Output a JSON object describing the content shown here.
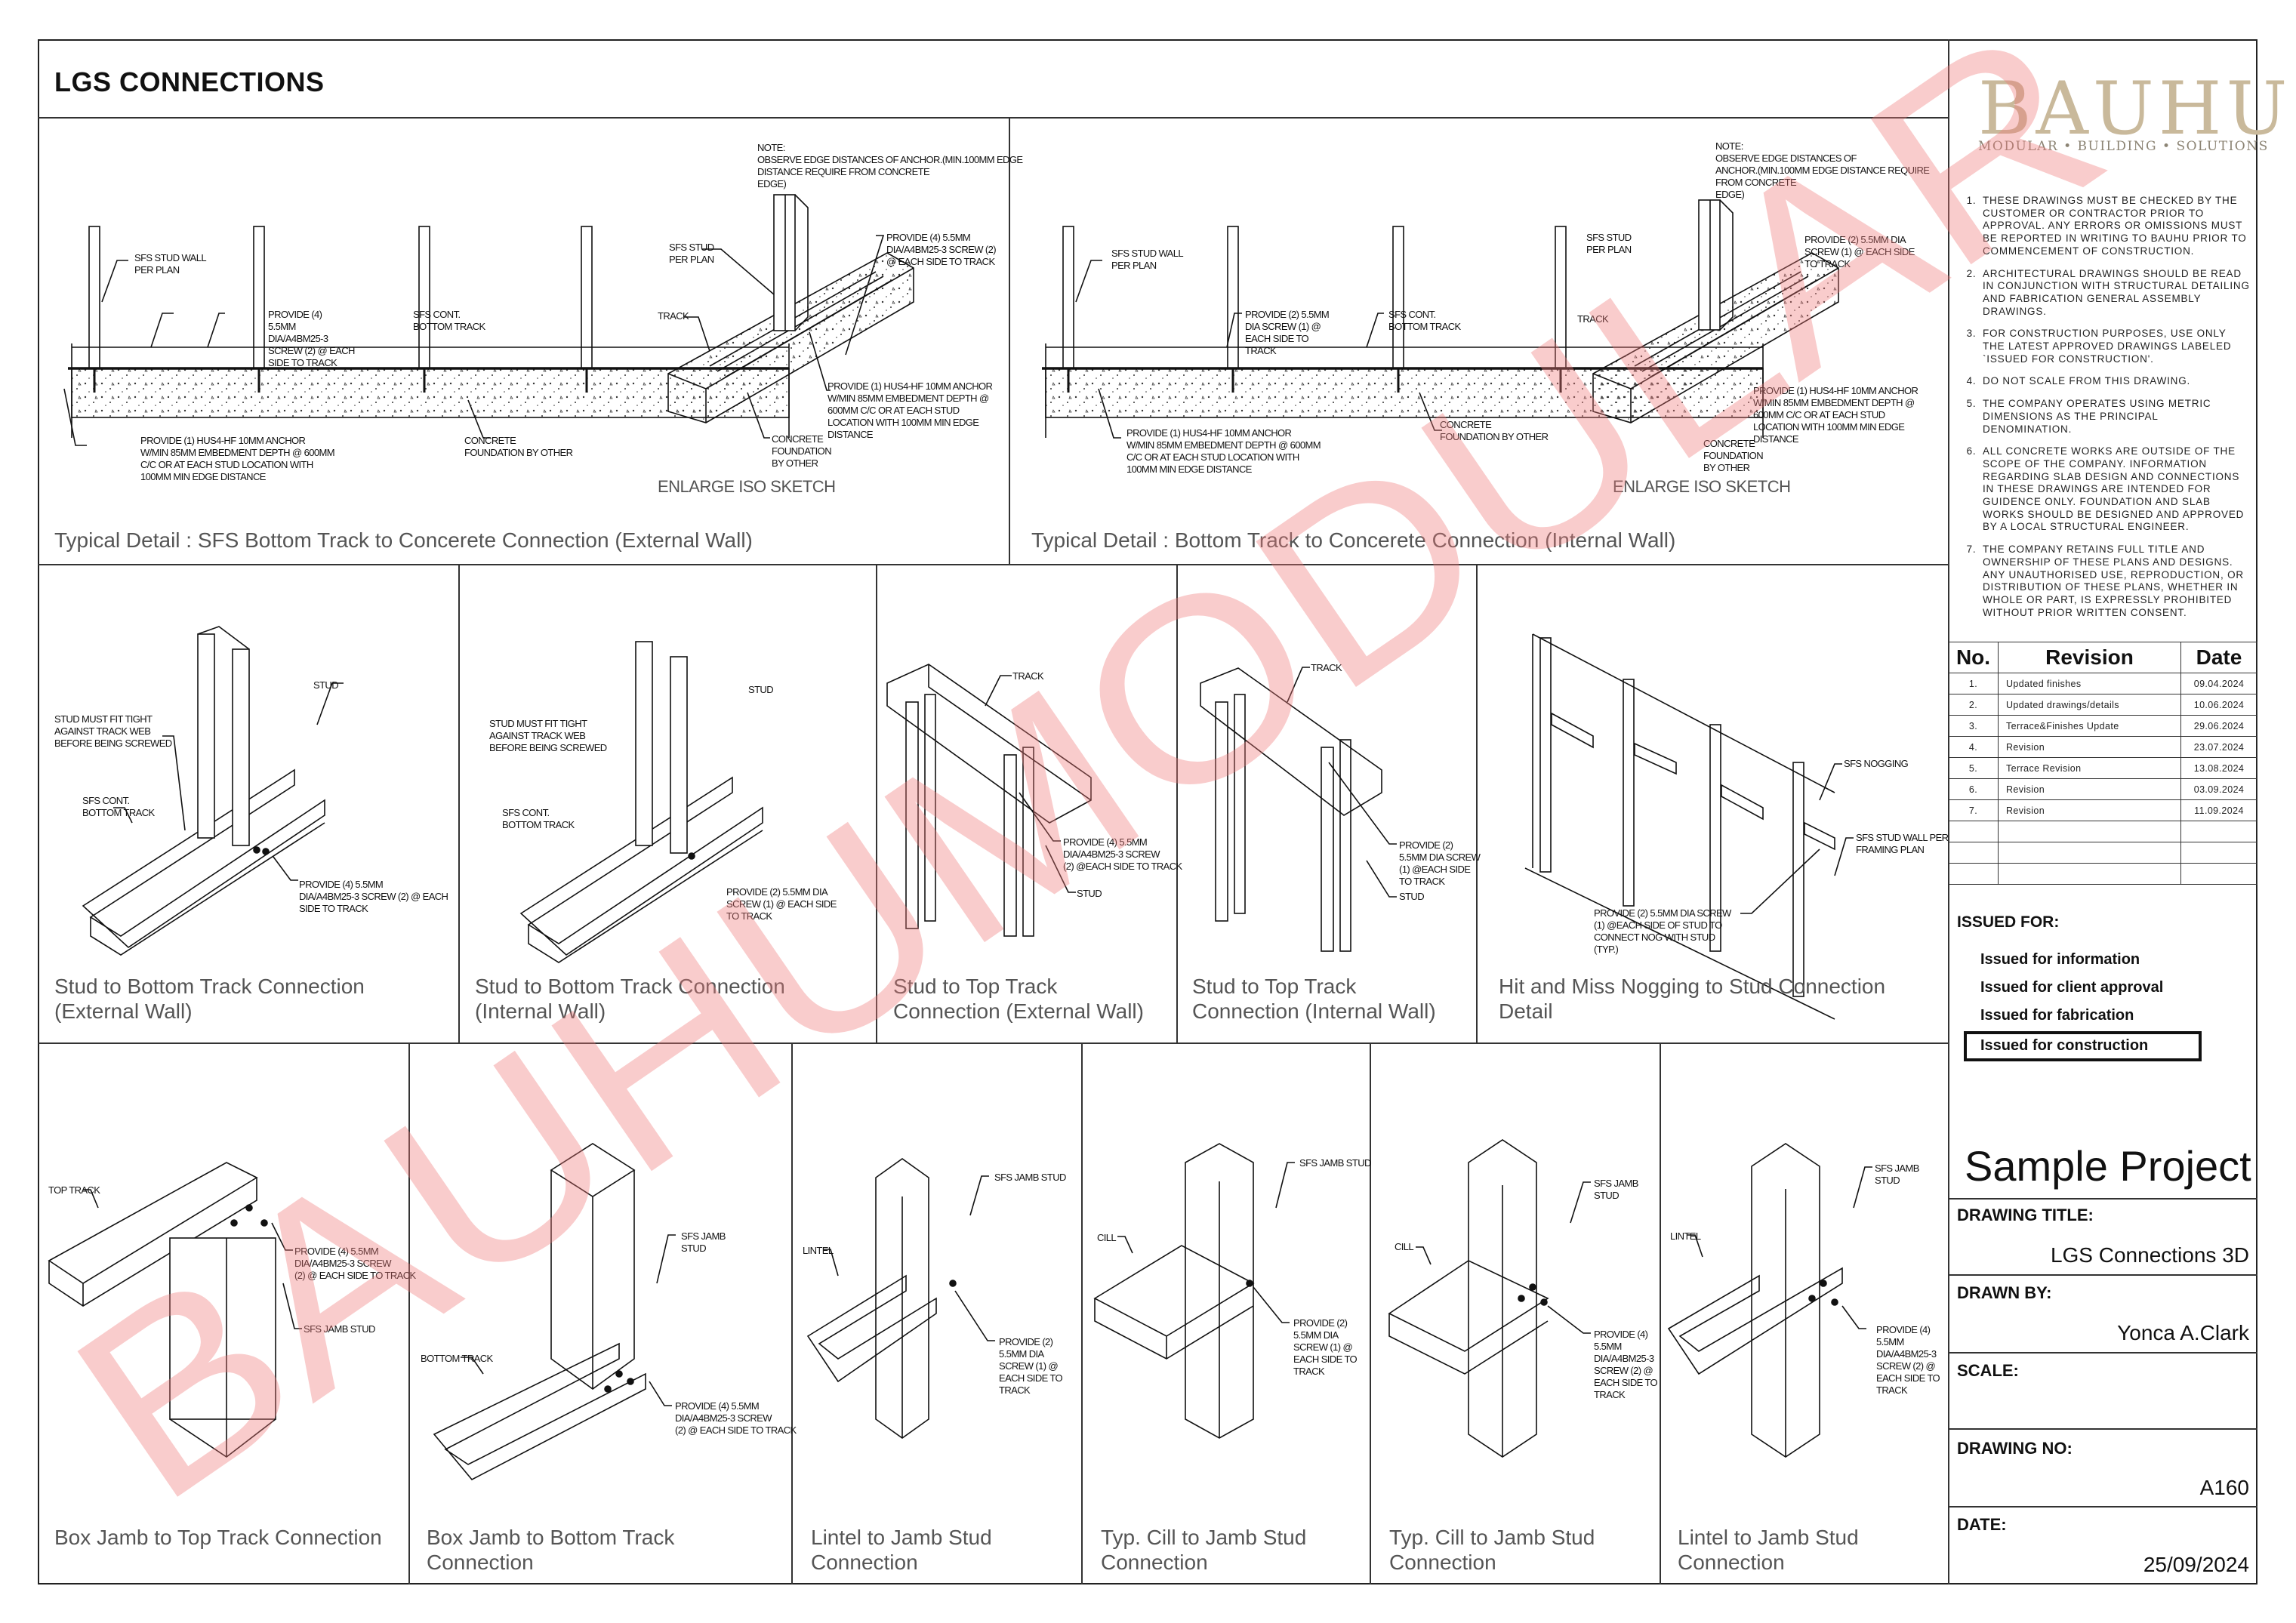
{
  "sheet_title": "LGS CONNECTIONS",
  "watermark": "BAUHUMODULAR",
  "logo": {
    "name": "BAUHU",
    "tagline": "MODULAR  •  BUILDING  •  SOLUTIONS"
  },
  "colors": {
    "watermark": "#f07a7a",
    "logo": "#c9b99b",
    "caption": "#555555"
  },
  "panels": {
    "p1": {
      "caption": "Typical Detail : SFS Bottom Track to Concerete Connection (External Wall)",
      "iso_label": "ENLARGE ISO SKETCH",
      "a1": "SFS STUD WALL\nPER PLAN",
      "a2": "PROVIDE (4)\n5.5mm\nDIA/A4BM25-3\nSCREW (2) @ EACH\nSIDE TO TRACK",
      "a3": "SFS CONT.\nBOTTOM TRACK",
      "a4": "PROVIDE (1) HUS4-HF 10mm ANCHOR\nW/MIN 85mm EMBEDMENT DEPTH @ 600mm\nC/C OR AT EACH STUD LOCATION WITH\n100mm MIN EDGE DISTANCE",
      "a5": "CONCRETE\nFOUNDATION BY OTHER",
      "note": "NOTE:\nOBSERVE EDGE DISTANCES OF ANCHOR.(MIN.100mm EDGE\nDISTANCE REQUIRE FROM CONCRETE\nEDGE)",
      "b1": "SFS STUD\nPER PLAN",
      "b2": "PROVIDE (4) 5.5mm\nDIA/A4BM25-3 SCREW (2)\n@ EACH SIDE TO TRACK",
      "b3": "TRACK",
      "b4": "PROVIDE (1) HUS4-HF 10mm ANCHOR\nW/MIN 85mm EMBEDMENT DEPTH @\n600mm C/C OR AT EACH STUD\nLOCATION WITH 100mm MIN EDGE\nDISTANCE",
      "b5": "CONCRETE\nFOUNDATION\nBY OTHER"
    },
    "p2": {
      "caption": "Typical Detail : Bottom Track to Concerete Connection (Internal Wall)",
      "iso_label": "ENLARGE ISO SKETCH",
      "a1": "SFS STUD WALL\nPER PLAN",
      "a2": "PROVIDE (2) 5.5mm\nDIA SCREW (1) @\nEACH SIDE TO\nTRACK",
      "a3": "SFS CONT.\nBOTTOM TRACK",
      "a4": "PROVIDE (1) HUS4-HF 10mm ANCHOR\nW/MIN 85mm EMBEDMENT DEPTH @ 600mm\nC/C OR AT EACH STUD LOCATION WITH\n100mm MIN EDGE DISTANCE",
      "a5": "CONCRETE\nFOUNDATION BY OTHER",
      "note": "NOTE:\nOBSERVE EDGE DISTANCES OF\nANCHOR.(MIN.100mm EDGE DISTANCE REQUIRE\nFROM CONCRETE\nEDGE)",
      "b1": "SFS STUD\nPER PLAN",
      "b2": "PROVIDE (2) 5.5mm DIA\nSCREW (1) @ EACH SIDE\nTO TRACK",
      "b3": "TRACK",
      "b4": "PROVIDE (1) HUS4-HF 10mm ANCHOR\nW/MIN 85mm EMBEDMENT DEPTH @\n600mm C/C OR AT EACH STUD\nLOCATION WITH 100mm MIN EDGE\nDISTANCE",
      "b5": "CONCRETE\nFOUNDATION\nBY OTHER"
    },
    "p3": {
      "caption": "Stud to Bottom Track Connection\n (External Wall)",
      "a1": "STUD",
      "a2": "STUD MUST FIT TIGHT\nAGAINST TRACK WEB\nBEFORE BEING SCREWED",
      "a3": "SFS CONT.\nBOTTOM TRACK",
      "a4": "PROVIDE (4) 5.5mm\nDIA/A4BM25-3 SCREW (2) @ EACH\nSIDE TO TRACK"
    },
    "p4": {
      "caption": "Stud to Bottom Track Connection\n(Internal Wall)",
      "a1": "STUD",
      "a2": "STUD MUST FIT TIGHT\nAGAINST TRACK WEB\nBEFORE BEING SCREWED",
      "a3": "SFS CONT.\nBOTTOM TRACK",
      "a4": "PROVIDE (2) 5.5mm DIA\nSCREW (1) @ EACH SIDE\nTO TRACK"
    },
    "p5": {
      "caption": "Stud to Top Track\nConnection (External Wall)",
      "a1": "TRACK",
      "a2": "PROVIDE (4) 5.5mm\nDIA/A4BM25-3 SCREW\n(2) @EACH SIDE TO TRACK",
      "a3": "STUD"
    },
    "p6": {
      "caption": "Stud to Top Track\nConnection (Internal Wall)",
      "a1": "TRACK",
      "a2": "PROVIDE (2)\n5.5mm DIA SCREW\n(1) @EACH SIDE\nTO TRACK",
      "a3": "STUD"
    },
    "p7": {
      "caption": "Hit and Miss Nogging to Stud Connection\nDetail",
      "a1": "SFS NOGGING",
      "a2": "SFS STUD WALL PER\nFRAMING PLAN",
      "a3": "PROVIDE (2) 5.5mm DIA SCREW\n(1) @EACH SIDE OF STUD TO\nCONNECT NOG WITH STUD\n(TYP.)"
    },
    "p8": {
      "caption": "Box Jamb to Top Track Connection",
      "a1": "TOP TRACK",
      "a2": "PROVIDE (4) 5.5mm\nDIA/A4BM25-3 SCREW\n(2) @ EACH SIDE TO TRACK",
      "a3": "SFS JAMB STUD"
    },
    "p9": {
      "caption": "Box Jamb to Bottom Track\nConnection",
      "a1": "SFS JAMB\nSTUD",
      "a2": "BOTTOM TRACK",
      "a3": "PROVIDE (4) 5.5mm\nDIA/A4BM25-3 SCREW\n(2) @ EACH SIDE TO TRACK"
    },
    "p10": {
      "caption": "Lintel to Jamb Stud\nConnection",
      "a1": "SFS JAMB STUD",
      "a2": "LINTEL",
      "a3": "PROVIDE (2)\n5.5mm DIA\nSCREW (1) @\nEACH SIDE TO\nTRACK"
    },
    "p11": {
      "caption": "Typ. Cill to Jamb Stud\nConnection",
      "a1": "SFS JAMB STUD",
      "a2": "CILL",
      "a3": "PROVIDE (2)\n5.5mm DIA\nSCREW (1) @\nEACH SIDE TO\nTRACK"
    },
    "p12": {
      "caption": "Typ. Cill to Jamb Stud\nConnection",
      "a1": "SFS JAMB\nSTUD",
      "a2": "CILL",
      "a3": "PROVIDE (4)\n5.5mm\nDIA/A4BM25-3\nSCREW (2) @\nEACH SIDE TO\nTRACK"
    },
    "p13": {
      "caption": "Lintel to Jamb Stud\nConnection",
      "a1": "SFS JAMB\nSTUD",
      "a2": "LINTEL",
      "a3": "PROVIDE (4)\n5.5mm\nDIA/A4BM25-3\nSCREW (2) @\nEACH SIDE TO\nTRACK"
    }
  },
  "notes": [
    "THESE DRAWINGS MUST BE CHECKED BY THE CUSTOMER OR CONTRACTOR PRIOR TO APPROVAL. ANY ERRORS OR OMISSIONS MUST BE REPORTED IN WRITING TO BAUHU PRIOR TO COMMENCEMENT OF CONSTRUCTION.",
    "ARCHITECTURAL DRAWINGS SHOULD BE READ IN CONJUNCTION WITH STRUCTURAL DETAILING AND FABRICATION GENERAL ASSEMBLY DRAWINGS.",
    "FOR CONSTRUCTION PURPOSES, USE ONLY THE LATEST APPROVED DRAWINGS LABELED `ISSUED FOR CONSTRUCTION'.",
    "DO NOT SCALE FROM THIS DRAWING.",
    "THE COMPANY OPERATES USING METRIC DIMENSIONS AS THE PRINCIPAL DENOMINATION.",
    "ALL CONCRETE WORKS ARE OUTSIDE OF THE SCOPE OF THE COMPANY. INFORMATION REGARDING SLAB DESIGN AND CONNECTIONS IN THESE DRAWINGS ARE INTENDED FOR GUIDENCE ONLY. FOUNDATION AND SLAB WORKS SHOULD BE DESIGNED AND APPROVED BY A LOCAL STRUCTURAL ENGINEER.",
    "THE COMPANY RETAINS FULL TITLE AND OWNERSHIP OF THESE PLANS AND DESIGNS. ANY UNAUTHORISED USE, REPRODUCTION, OR DISTRIBUTION OF THESE PLANS, WHETHER IN WHOLE OR PART, IS EXPRESSLY PROHIBITED WITHOUT PRIOR WRITTEN CONSENT."
  ],
  "revisions": {
    "headers": [
      "No.",
      "Revision",
      "Date"
    ],
    "rows": [
      {
        "no": "1.",
        "desc": "Updated finishes",
        "date": "09.04.2024"
      },
      {
        "no": "2.",
        "desc": "Updated drawings/details",
        "date": "10.06.2024"
      },
      {
        "no": "3.",
        "desc": "Terrace&Finishes Update",
        "date": "29.06.2024"
      },
      {
        "no": "4.",
        "desc": "Revision",
        "date": "23.07.2024"
      },
      {
        "no": "5.",
        "desc": "Terrace Revision",
        "date": "13.08.2024"
      },
      {
        "no": "6.",
        "desc": "Revision",
        "date": "03.09.2024"
      },
      {
        "no": "7.",
        "desc": "Revision",
        "date": "11.09.2024"
      }
    ]
  },
  "issued_for": {
    "heading": "ISSUED FOR:",
    "options": [
      "Issued for information",
      "Issued for client approval",
      "Issued for fabrication",
      "Issued for construction"
    ],
    "selected": "Issued for construction"
  },
  "title_block": {
    "project": "Sample Project",
    "drawing_title_label": "DRAWING TITLE:",
    "drawing_title": "LGS Connections 3D",
    "drawn_by_label": "DRAWN BY:",
    "drawn_by": "Yonca A.Clark",
    "scale_label": "SCALE:",
    "drawing_no_label": "DRAWING NO:",
    "drawing_no": "A160",
    "date_label": "DATE:",
    "date": "25/09/2024"
  }
}
